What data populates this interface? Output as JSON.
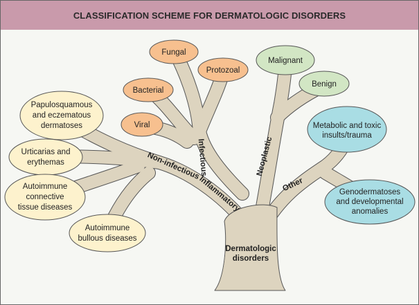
{
  "title": "CLASSIFICATION SCHEME FOR DERMATOLOGIC DISORDERS",
  "colors": {
    "header": "#c99aab",
    "trunk": "#ddd4bf",
    "infectious": "#f7c08f",
    "neoplastic": "#d2e6c4",
    "other": "#a9dde4",
    "non_infectious": "#fdf2cd"
  },
  "root": {
    "line1": "Dermatologic",
    "line2": "disorders"
  },
  "branches": {
    "inflammatory": "Inflammatory",
    "infectious": "Infectious",
    "non_infectious": "Non-infectious",
    "neoplastic": "Neoplastic",
    "other": "Other"
  },
  "infectious": [
    "Fungal",
    "Protozoal",
    "Bacterial",
    "Viral"
  ],
  "neoplastic": [
    "Malignant",
    "Benign"
  ],
  "other": {
    "metabolic": [
      "Metabolic and toxic",
      "insults/trauma"
    ],
    "geno": [
      "Genodermatoses",
      "and developmental",
      "anomalies"
    ]
  },
  "non_infectious": {
    "papulo": [
      "Papulosquamous",
      "and eczematous",
      "dermatoses"
    ],
    "urticarias": [
      "Urticarias and",
      "erythemas"
    ],
    "connective": [
      "Autoimmune",
      "connective",
      "tissue diseases"
    ],
    "bullous": [
      "Autoimmune",
      "bullous diseases"
    ]
  }
}
